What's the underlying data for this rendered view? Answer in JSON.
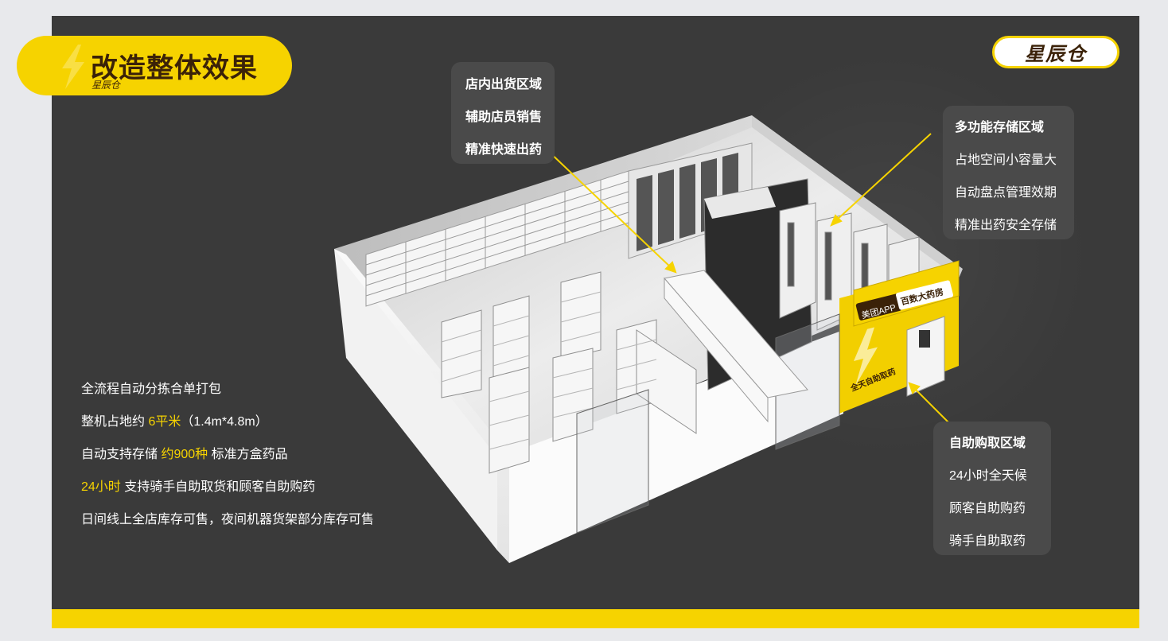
{
  "title": "改造整体效果",
  "subtitle": "星辰仓",
  "logo_text": "星辰仓",
  "colors": {
    "accent": "#f6d300",
    "background": "#3a3a3a",
    "title_text": "#3b2208"
  },
  "callouts": {
    "store_area": {
      "lines": [
        "店内出货区域",
        "辅助店员销售",
        "精准快速出药"
      ]
    },
    "storage_area": {
      "title": "多功能存储区域",
      "lines": [
        "占地空间小容量大",
        "自动盘点管理效期",
        "精准出药安全存储"
      ]
    },
    "self_service": {
      "title": "自助购取区域",
      "lines": [
        "24小时全天候",
        "顾客自助购药",
        "骑手自助取药"
      ]
    }
  },
  "features": [
    {
      "segments": [
        {
          "text": "全流程自动分拣合单打包",
          "highlight": false
        }
      ]
    },
    {
      "segments": [
        {
          "text": "整机占地约 ",
          "highlight": false
        },
        {
          "text": "6平米",
          "highlight": true
        },
        {
          "text": "（1.4m*4.8m）",
          "highlight": false
        }
      ]
    },
    {
      "segments": [
        {
          "text": "自动支持存储 ",
          "highlight": false
        },
        {
          "text": "约900种",
          "highlight": true
        },
        {
          "text": " 标准方盒药品",
          "highlight": false
        }
      ]
    },
    {
      "segments": [
        {
          "text": "24小时",
          "highlight": true
        },
        {
          "text": " 支持骑手自助取货和顾客自助购药",
          "highlight": false
        }
      ]
    },
    {
      "segments": [
        {
          "text": "日间线上全店库存可售，夜间机器货架部分库存可售",
          "highlight": false
        }
      ]
    }
  ],
  "kiosk_signage": {
    "brand": "美团APP",
    "slogan": "百数大药房",
    "side_text": "全天自助取药"
  },
  "icons": [
    "lightning-bolt-icon"
  ]
}
